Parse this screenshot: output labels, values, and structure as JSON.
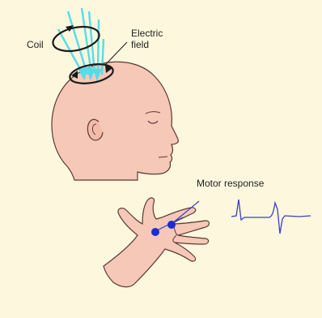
{
  "labels": {
    "coil": "Coil",
    "electric_field_line1": "Electric",
    "electric_field_line2": "field",
    "motor_response": "Motor response"
  },
  "colors": {
    "background": "#fdf7de",
    "skin": "#f6c8b8",
    "skin_outline": "#5a3a36",
    "coil": "#1a1a1a",
    "magnetic_field": "#56dce8",
    "electrode": "#1b2fd0",
    "trace": "#3a3fc4"
  },
  "icons": [
    "head-illustration",
    "coil-loop",
    "magnetic-field-lines",
    "electric-field-loop",
    "hand-illustration",
    "electrode-dots",
    "emg-trace"
  ]
}
